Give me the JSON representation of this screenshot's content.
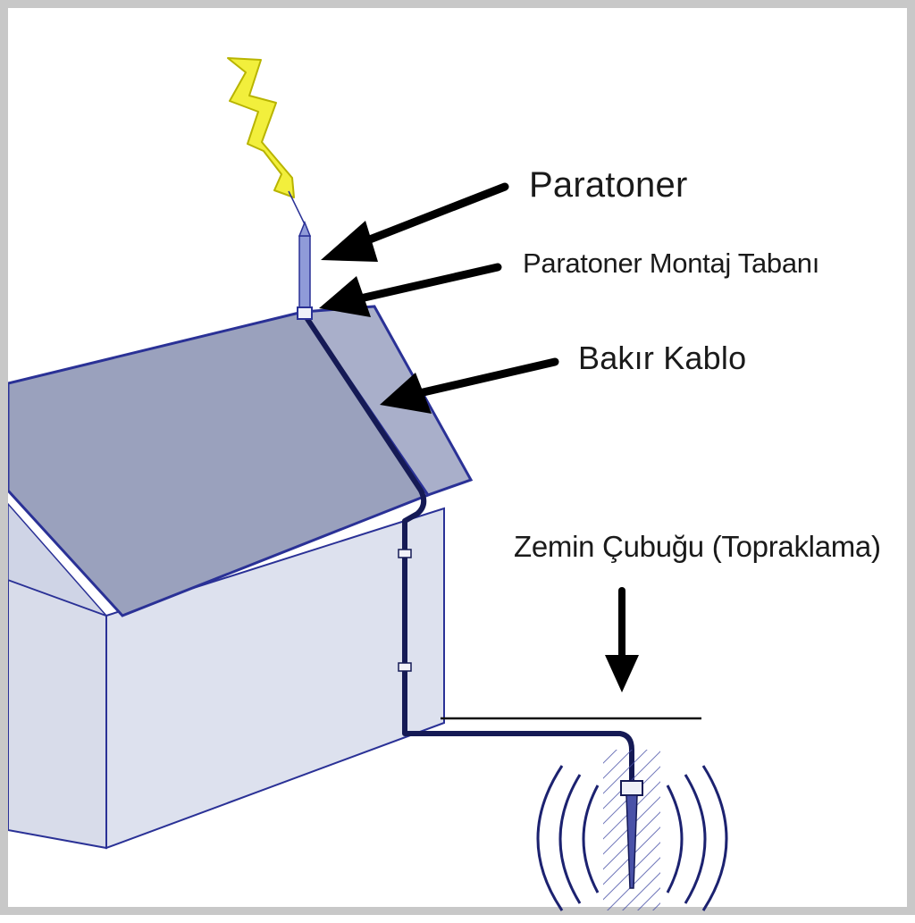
{
  "labels": {
    "lightning_rod": "Paratoner",
    "mounting_base": "Paratoner Montaj Tabanı",
    "copper_cable": "Bakır Kablo",
    "ground_rod": "Zemin Çubuğu (Topraklama)"
  },
  "colors": {
    "roof": "#9aa1bd",
    "wall_front": "#dde1ee",
    "wall_side": "#d5d9e8",
    "outline": "#2a3196",
    "cable": "#151a55",
    "bolt": "#f2ef3c",
    "rod": "#8f9bd8",
    "frame": "#c8c8c8",
    "arrow": "#000000"
  },
  "icons": {
    "bolt": "lightning-bolt-icon",
    "arrow": "arrow-icon",
    "ground_waves": "ground-wave-icon"
  }
}
